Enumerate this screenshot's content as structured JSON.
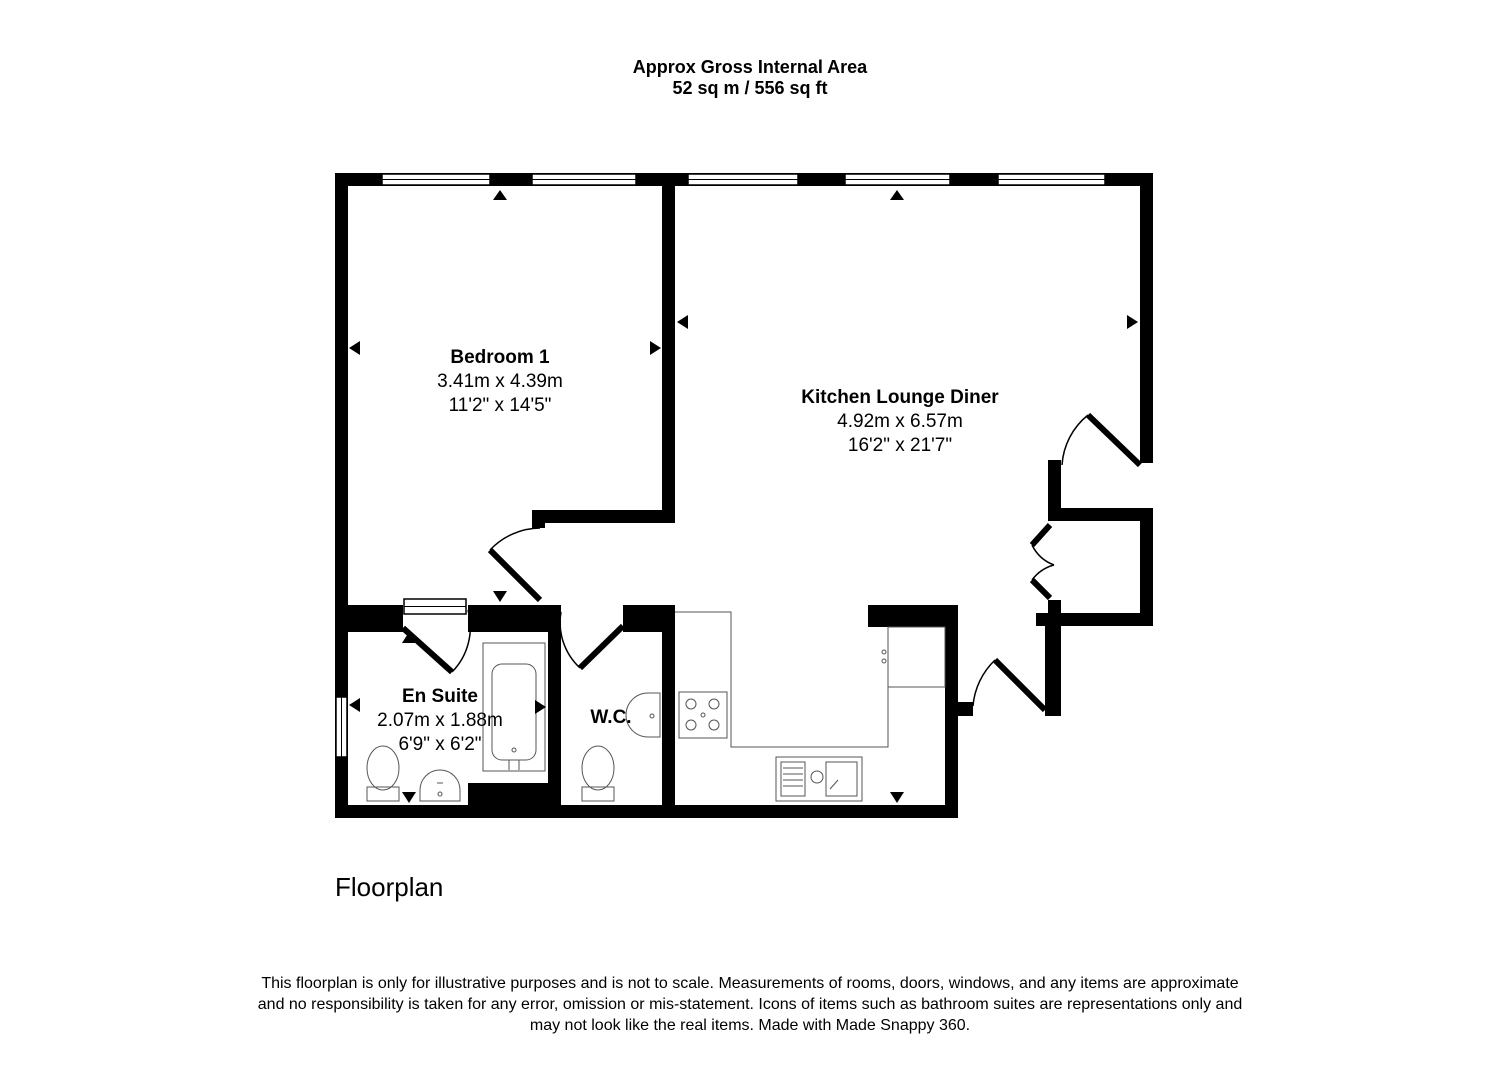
{
  "header": {
    "line1": "Approx Gross Internal Area",
    "line2": "52 sq m / 556 sq ft"
  },
  "rooms": {
    "bedroom": {
      "name": "Bedroom 1",
      "metric": "3.41m x 4.39m",
      "imperial": "11'2\" x 14'5\""
    },
    "kitchen": {
      "name": "Kitchen Lounge Diner",
      "metric": "4.92m x 6.57m",
      "imperial": "16'2\" x 21'7\""
    },
    "ensuite": {
      "name": "En Suite",
      "metric": "2.07m x 1.88m",
      "imperial": "6'9\" x 6'2\""
    },
    "wc": {
      "name": "W.C."
    }
  },
  "plan_title": "Floorplan",
  "disclaimer": {
    "line1": "This floorplan is only for illustrative purposes and is not to scale. Measurements of rooms, doors, windows, and any items are approximate",
    "line2": "and no responsibility is taken for any error, omission or mis-statement. Icons of items such as bathroom suites are representations only and",
    "line3": "may not look like the real items. Made with Made Snappy 360."
  },
  "colors": {
    "wall": "#000000",
    "fixture": "#555555",
    "background": "#ffffff"
  }
}
